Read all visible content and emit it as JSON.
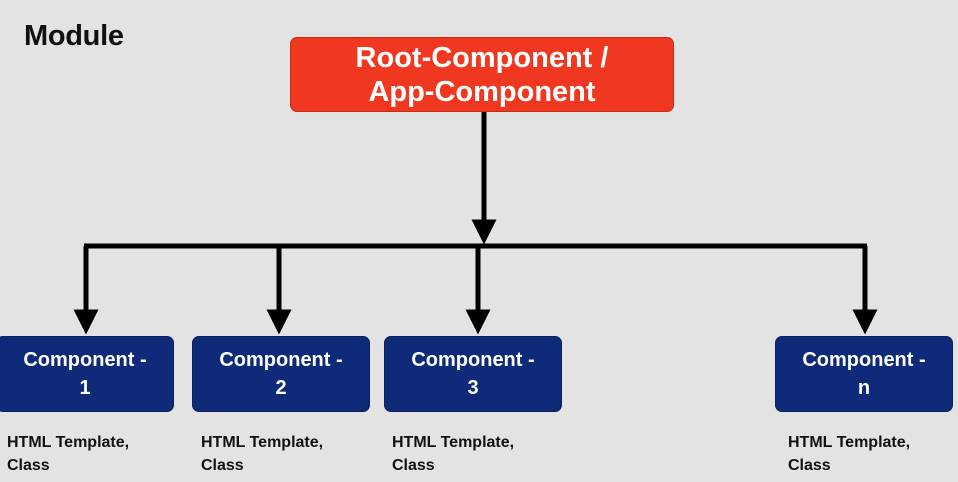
{
  "diagram": {
    "module_label": "Module",
    "root": {
      "line1": "Root-Component /",
      "line2": "App-Component"
    },
    "components": [
      {
        "title": "Component -",
        "number": "1",
        "desc_line1": "HTML Template,",
        "desc_line2": "Class"
      },
      {
        "title": "Component -",
        "number": "2",
        "desc_line1": "HTML Template,",
        "desc_line2": "Class"
      },
      {
        "title": "Component -",
        "number": "3",
        "desc_line1": "HTML Template,",
        "desc_line2": "Class"
      },
      {
        "title": "Component -",
        "number": "n",
        "desc_line1": "HTML Template,",
        "desc_line2": "Class"
      }
    ],
    "colors": {
      "background": "#e3e3e3",
      "root_fill": "#f0371f",
      "component_fill": "#0f2a78",
      "connector": "#000000"
    }
  }
}
